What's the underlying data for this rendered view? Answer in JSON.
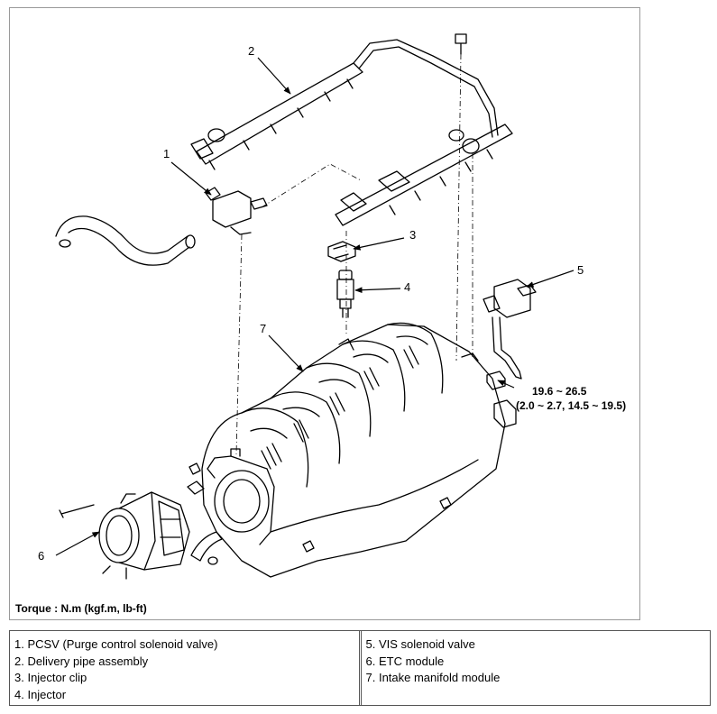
{
  "callouts": {
    "c1": "1",
    "c2": "2",
    "c3": "3",
    "c4": "4",
    "c5": "5",
    "c6": "6",
    "c7": "7"
  },
  "torque_spec": {
    "line1": "19.6 ~ 26.5",
    "line2": "(2.0 ~ 2.7, 14.5 ~ 19.5)"
  },
  "torque_note": "Torque : N.m (kgf.m, lb-ft)",
  "legend": {
    "left": [
      "1. PCSV (Purge control solenoid valve)",
      "2. Delivery pipe assembly",
      "3. Injector clip",
      "4. Injector"
    ],
    "right": [
      "5. VIS solenoid valve",
      "6. ETC module",
      "7. Intake manifold module"
    ]
  }
}
